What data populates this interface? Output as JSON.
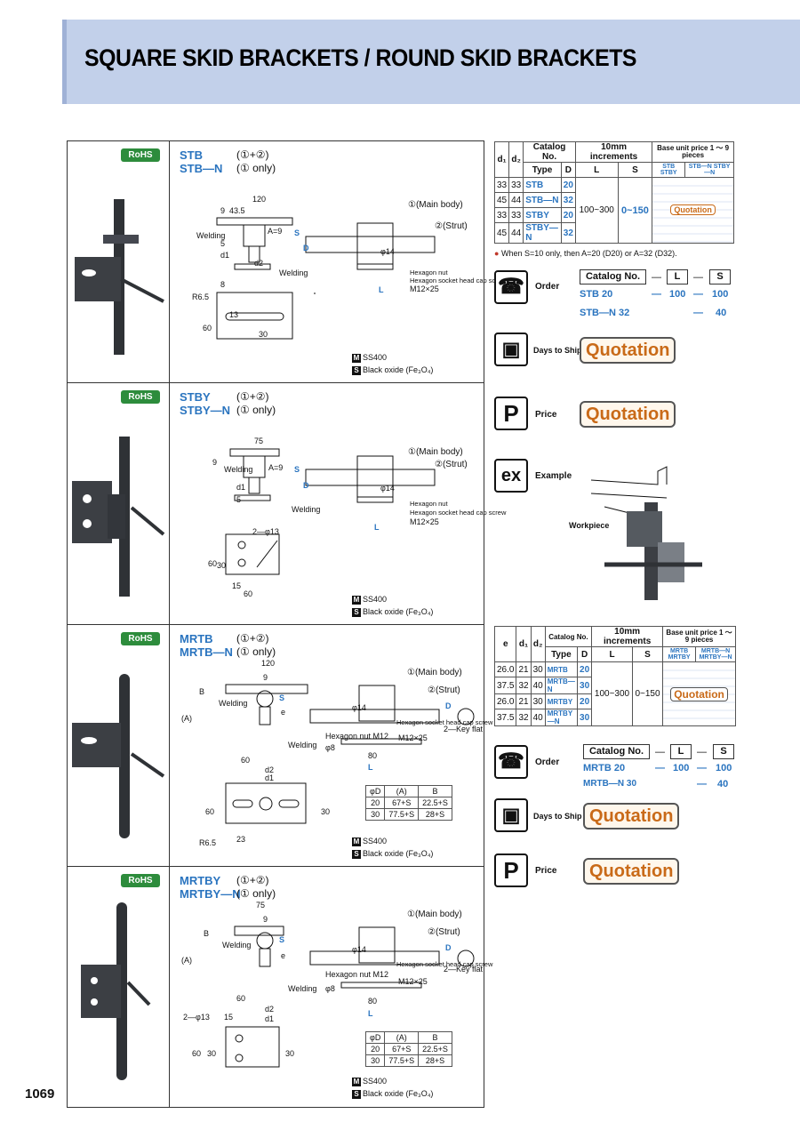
{
  "header": {
    "title": "SQUARE SKID BRACKETS / ROUND SKID BRACKETS"
  },
  "badge": "RoHS",
  "sections": [
    {
      "name": "STB",
      "name_n": "STB—N",
      "parts": "(①+②)",
      "parts_n": "(① only)",
      "labels": [
        "120",
        "9",
        "43.5",
        "①(Main body)",
        "②(Strut)",
        "Welding",
        "A=9",
        "S",
        "D",
        "d1",
        "d2",
        "5",
        "φ14",
        "Welding",
        "8",
        "Hexagon nut",
        "Hexagon socket head cap screw",
        "M12×25",
        "L",
        "R6.5",
        "13",
        "60",
        "30"
      ],
      "material": "SS400",
      "finish": "Black oxide (Fe₃O₄)"
    },
    {
      "name": "STBY",
      "name_n": "STBY—N",
      "parts": "(①+②)",
      "parts_n": "(① only)",
      "labels": [
        "75",
        "9",
        "Welding",
        "A=9",
        "S",
        "D",
        "d1",
        "5",
        "φ14",
        "Welding",
        "①(Main body)",
        "②(Strut)",
        "Hexagon nut",
        "Hexagon socket head cap screw",
        "M12×25",
        "L",
        "2—φ13",
        "60",
        "30",
        "15",
        "60"
      ],
      "material": "SS400",
      "finish": "Black oxide (Fe₃O₄)"
    },
    {
      "name": "MRTB",
      "name_n": "MRTB—N",
      "parts": "(①+②)",
      "parts_n": "(① only)",
      "labels": [
        "120",
        "9",
        "B",
        "(A)",
        "Welding",
        "S",
        "e",
        "①(Main body)",
        "②(Strut)",
        "φ14",
        "Hexagon nut M12",
        "Hexagon socket head cap screw",
        "M12×25",
        "D",
        "2—Key flat",
        "φ8",
        "Welding",
        "80",
        "L",
        "60",
        "d2",
        "d1",
        "60",
        "30",
        "R6.5",
        "23"
      ],
      "mini_table": {
        "headers": [
          "φD",
          "(A)",
          "B"
        ],
        "rows": [
          [
            "20",
            "67+S",
            "22.5+S"
          ],
          [
            "30",
            "77.5+S",
            "28+S"
          ]
        ]
      },
      "material": "SS400",
      "finish": "Black oxide (Fe₃O₄)"
    },
    {
      "name": "MRTBY",
      "name_n": "MRTBY—N",
      "parts": "(①+②)",
      "parts_n": "(① only)",
      "labels": [
        "75",
        "9",
        "B",
        "(A)",
        "Welding",
        "S",
        "e",
        "①(Main body)",
        "②(Strut)",
        "φ14",
        "Hexagon nut M12",
        "Hexagon socket head cap screw",
        "M12×25",
        "D",
        "2—Key flat",
        "φ8",
        "Welding",
        "80",
        "L",
        "60",
        "2—φ13",
        "15",
        "d2",
        "d1",
        "60",
        "30",
        "30"
      ],
      "mini_table": {
        "headers": [
          "φD",
          "(A)",
          "B"
        ],
        "rows": [
          [
            "20",
            "67+S",
            "22.5+S"
          ],
          [
            "30",
            "77.5+S",
            "28+S"
          ]
        ]
      },
      "material": "SS400",
      "finish": "Black oxide (Fe₃O₄)"
    }
  ],
  "table1": {
    "h_d1": "d₁",
    "h_d2": "d₂",
    "h_catalog": "Catalog No.",
    "h_type": "Type",
    "h_D": "D",
    "h_incr": "10mm increments",
    "h_L": "L",
    "h_S": "S",
    "h_price": "Base unit price 1 〜 9 pieces",
    "h_p1": "STB STBY",
    "h_p2": "STB—N STBY—N",
    "rows": [
      {
        "d1": "33",
        "d2": "33",
        "type": "STB",
        "D": "20"
      },
      {
        "d1": "45",
        "d2": "44",
        "type": "STB—N",
        "D": "32"
      },
      {
        "d1": "33",
        "d2": "33",
        "type": "STBY",
        "D": "20"
      },
      {
        "d1": "45",
        "d2": "44",
        "type": "STBY—N",
        "D": "32"
      }
    ],
    "L_range": "100~300",
    "S_range": "0~150",
    "price": "Quotation",
    "note": "When S=10 only, then A=20 (D20) or A=32 (D32)."
  },
  "table2": {
    "h_e": "e",
    "h_d1": "d₁",
    "h_d2": "d₂",
    "h_catalog": "Catalog No.",
    "h_type": "Type",
    "h_D": "D",
    "h_incr": "10mm increments",
    "h_L": "L",
    "h_S": "S",
    "h_price": "Base unit price 1 〜 9 pieces",
    "h_p1": "MRTB MRTBY",
    "h_p2": "MRTB—N MRTBY—N",
    "rows": [
      {
        "e": "26.0",
        "d1": "21",
        "d2": "30",
        "type": "MRTB",
        "D": "20"
      },
      {
        "e": "37.5",
        "d1": "32",
        "d2": "40",
        "type": "MRTB—N",
        "D": "30"
      },
      {
        "e": "26.0",
        "d1": "21",
        "d2": "30",
        "type": "MRTBY",
        "D": "20"
      },
      {
        "e": "37.5",
        "d1": "32",
        "d2": "40",
        "type": "MRTBY—N",
        "D": "30"
      }
    ],
    "L_range": "100~300",
    "S_range": "0~150",
    "price": "Quotation"
  },
  "order1": {
    "label": "Order",
    "h_catalog": "Catalog No.",
    "h_L": "L",
    "h_S": "S",
    "dash": "—",
    "r1": {
      "cat": "STB 20",
      "L": "100",
      "S": "100"
    },
    "r2": {
      "cat": "STB—N 32",
      "S": "40"
    }
  },
  "order2": {
    "label": "Order",
    "h_catalog": "Catalog No.",
    "h_L": "L",
    "h_S": "S",
    "dash": "—",
    "r1": {
      "cat": "MRTB 20",
      "L": "100",
      "S": "100"
    },
    "r2": {
      "cat": "MRTB—N 30",
      "S": "40"
    }
  },
  "ship_label": "Days to Ship",
  "price_label": "Price",
  "quotation": "Quotation",
  "example_label": "Example",
  "workpiece_label": "Workpiece",
  "page_number": "1069"
}
